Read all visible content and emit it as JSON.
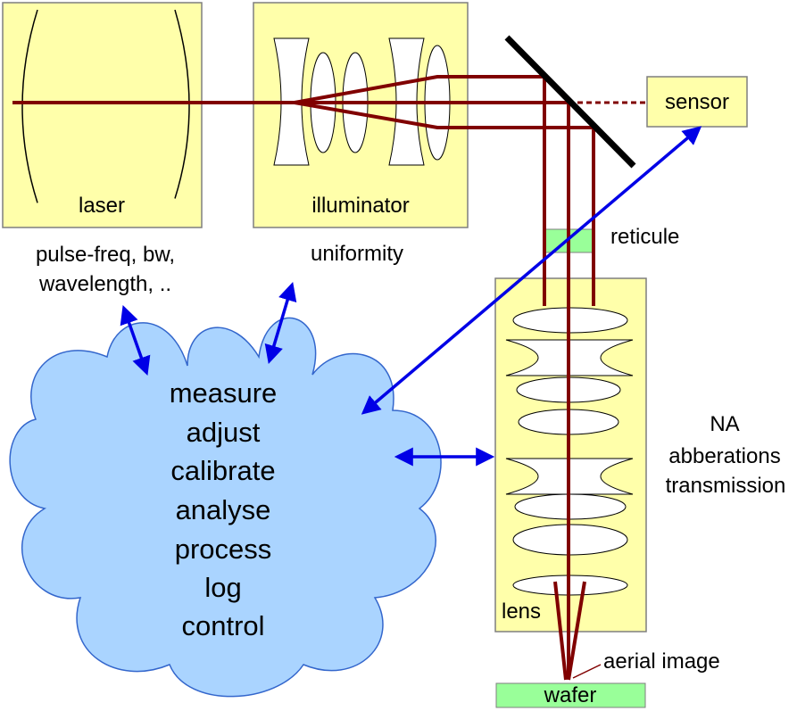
{
  "colors": {
    "box_fill": "#FFFFAA",
    "box_stroke": "#7F7F7F",
    "beam": "#800000",
    "arrow": "#0000E6",
    "cloud_fill": "#AAD4FF",
    "cloud_stroke": "#3366CC",
    "green_fill": "#99FF99",
    "lens_stroke": "#000000"
  },
  "icons": {
    "mirror": "diagonal-mirror",
    "arrows": "double-headed-arrow",
    "cloud": "cloud-shape"
  },
  "boxes": {
    "laser": "laser",
    "illuminator": "illuminator",
    "sensor": "sensor",
    "lens": "lens",
    "reticule": "reticule",
    "wafer": "wafer"
  },
  "annotations": {
    "laser_line1": "pulse-freq, bw,",
    "laser_line2": "wavelength, ..",
    "illuminator": "uniformity",
    "lens_line1": "NA",
    "lens_line2": "abberations",
    "lens_line3": "transmission",
    "aerial": "aerial image"
  },
  "cloud_lines": [
    "measure",
    "adjust",
    "calibrate",
    "analyse",
    "process",
    "log",
    "control"
  ]
}
